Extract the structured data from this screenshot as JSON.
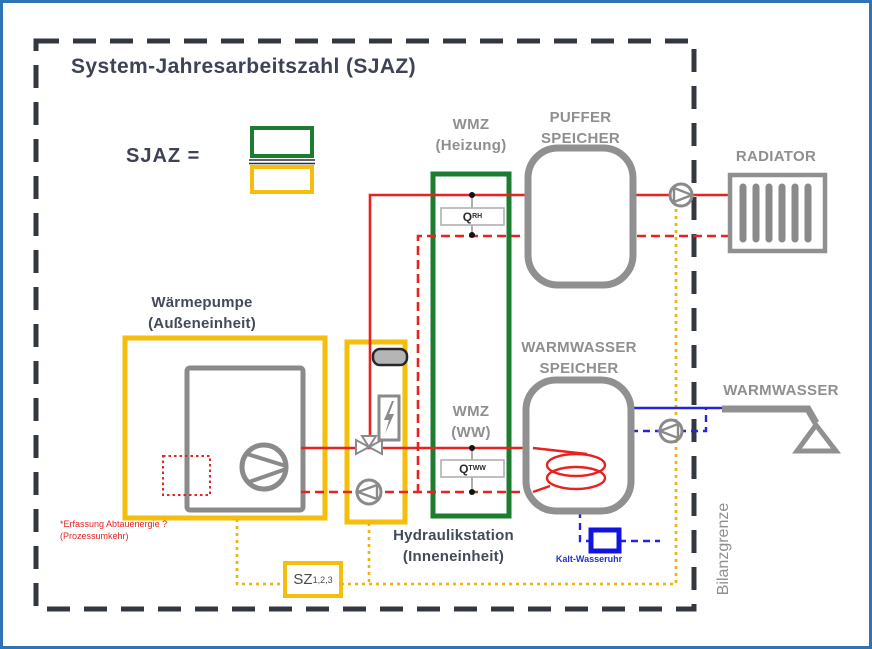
{
  "title": "System-Jahresarbeitszahl  (SJAZ)",
  "formula": {
    "lhs": "SJAZ ="
  },
  "labels": {
    "wmz_heizung": {
      "line1": "WMZ",
      "line2": "(Heizung)"
    },
    "puffer_speicher": {
      "line1": "PUFFER",
      "line2": "SPEICHER"
    },
    "radiator": "RADIATOR",
    "warmwasser_speicher": {
      "line1": "WARMWASSER",
      "line2": "SPEICHER"
    },
    "warmwasser": "WARMWASSER",
    "waermepumpe": {
      "line1": "Wärmepumpe",
      "line2": "(Außeneinheit)"
    },
    "wmz_ww": {
      "line1": "WMZ",
      "line2": "(WW)"
    },
    "hydraulikstation": {
      "line1": "Hydraulikstation",
      "line2": "(Inneneinheit)"
    },
    "bilanzgrenze": "Bilanzgrenze",
    "kalt_wasseruhr": "Kalt-Wasseruhr"
  },
  "meters": {
    "q_rh": {
      "base": "Q",
      "sub": "RH"
    },
    "q_tww": {
      "base": "Q",
      "sub": "TWW"
    },
    "sz": {
      "base": "SZ",
      "sub": "1,2,3"
    }
  },
  "notes": {
    "defrost_line1": "*Erfassung Abtauenergie ?",
    "defrost_line2": "(Prozessumkehr)"
  },
  "icons": {
    "pump": "pump-circle-triangle",
    "valve": "three-way-valve",
    "heater": "electric-heater-lightning",
    "compressor": "compressor-circle",
    "tap": "hot-water-tap",
    "water_meter": "cold-water-meter"
  },
  "colors": {
    "frame_blue": "#2e74b5",
    "boundary_dark": "#33373f",
    "heat_red": "#e62320",
    "water_blue": "#2424d9",
    "meter_blue": "#1313e0",
    "energy_yellow": "#f5bd0c",
    "wmz_green": "#1c7c30",
    "equipment_gray": "#909090",
    "label_gray": "#8f8f8f",
    "text_dark": "#3d4354"
  }
}
